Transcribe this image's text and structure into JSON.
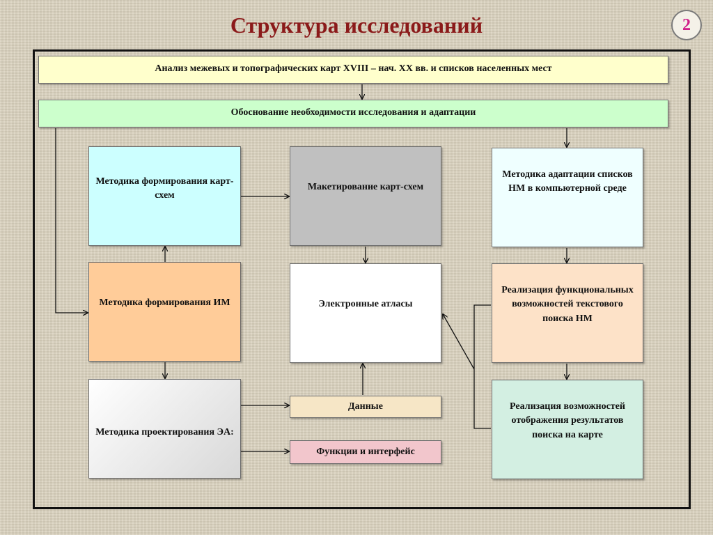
{
  "slide": {
    "title": "Структура исследований",
    "page_number": "2"
  },
  "diagram": {
    "analysis": "Анализ межевых и топографических карт XVIII – нач. XX вв. и списков населенных мест",
    "justification": "Обоснование необходимости исследования и адаптации",
    "method_map_schemes": "Методика формирования карт-схем",
    "mockup_map_schemes": "Макетирование карт-схем",
    "method_adaptation_lists": "Методика адаптации списков НМ в компьютерной среде",
    "method_im": "Методика формирования ИМ",
    "electronic_atlases": "Электронные атласы",
    "text_search": "Реализация функциональных возможностей текстового поиска НМ",
    "method_ea_design": "Методика проектирования ЭА:",
    "data": "Данные",
    "functions_interface": "Функции и интерфейс",
    "display_results": "Реализация возможностей отображения результатов поиска на карте"
  },
  "colors": {
    "title": "#8b1a1a",
    "page_number": "#d0208a",
    "analysis_fill": "#ffffcc",
    "justification_fill": "#ccffcc",
    "cyan_fill": "#ccffff",
    "gray_fill": "#c0c0c0",
    "light_cyan_fill": "#efffff",
    "orange_fill": "#ffcc99",
    "peach_fill": "#fde2c8",
    "tan_fill": "#f6e6c6",
    "pink_fill": "#f2c6cc",
    "mint_fill": "#d3efe2"
  }
}
